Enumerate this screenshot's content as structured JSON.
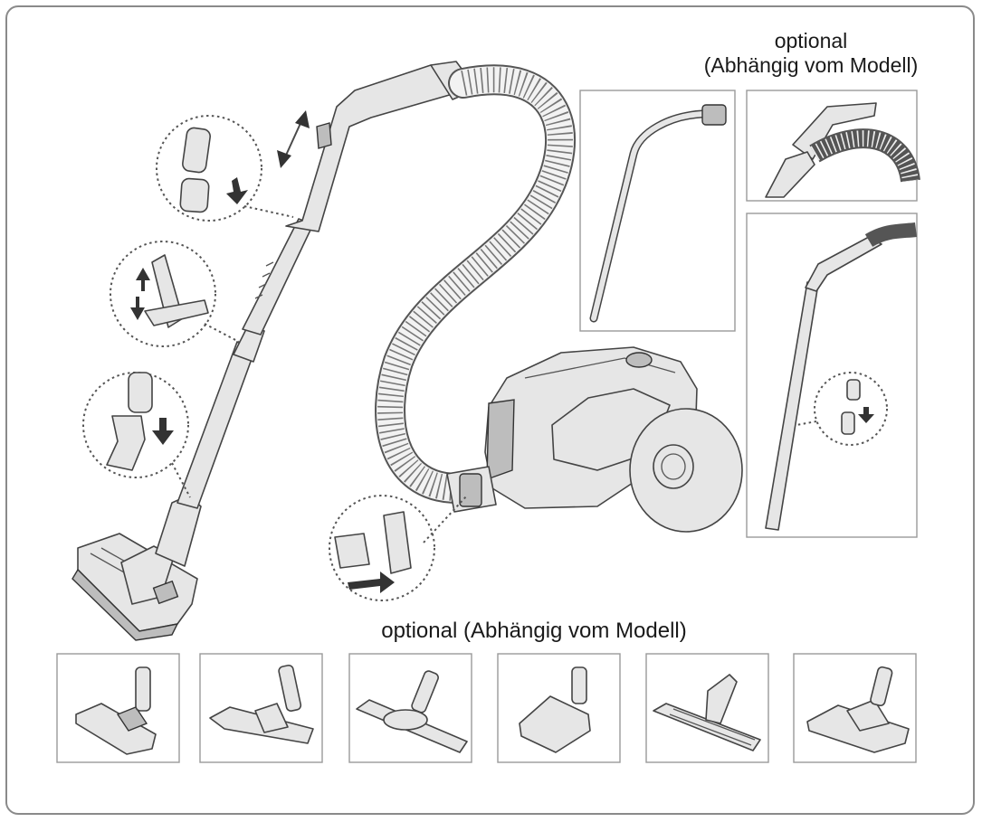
{
  "labels": {
    "optional_top_line1": "optional",
    "optional_top_line2": "(Abhängig vom Modell)",
    "optional_bottom": "optional (Abhängig vom Modell)"
  },
  "colors": {
    "outline": "#444444",
    "part_fill": "#e6e6e6",
    "frame": "#8a8a8a"
  },
  "icons": [
    "vacuum-cleaner-illustration",
    "hose-illustration",
    "telescopic-pipe-illustration",
    "floor-brush-illustration",
    "detail-zoom-circle",
    "double-arrow-icon"
  ]
}
